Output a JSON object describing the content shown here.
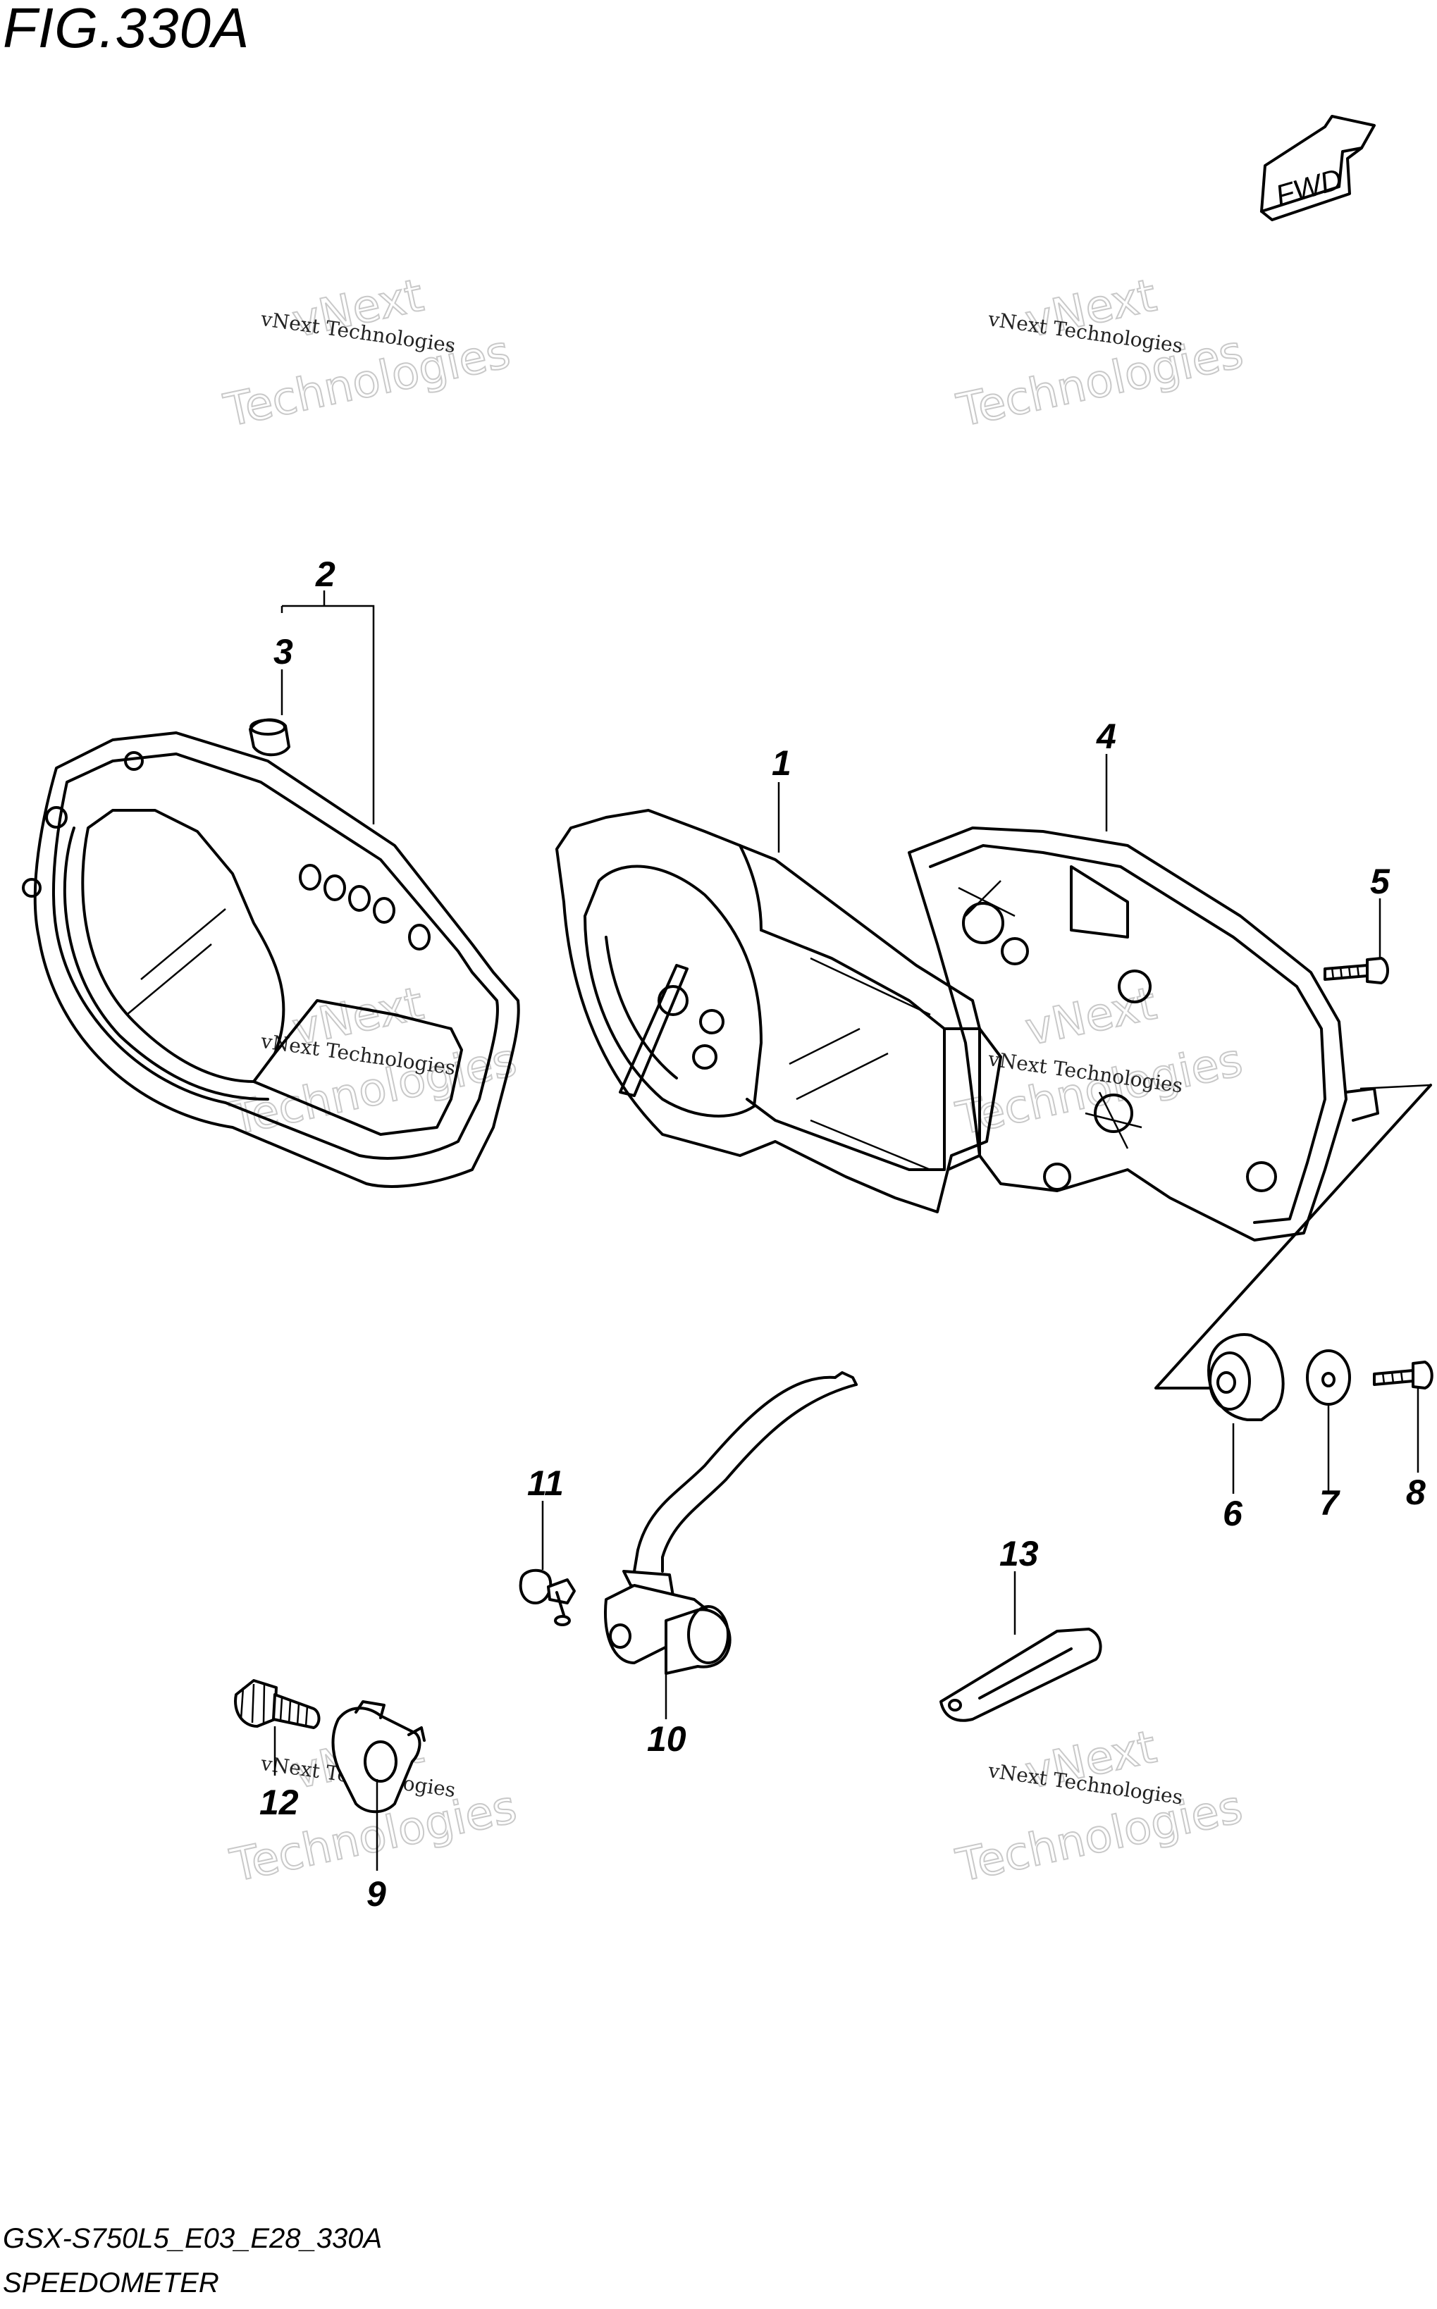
{
  "figure": {
    "title": "FIG.330A",
    "model_code": "GSX-S750L5_E03_E28_330A",
    "assembly_name": "SPEEDOMETER",
    "direction_label": "FWD"
  },
  "watermark": {
    "line1": "vNext Technologies",
    "line2_top": "vNext",
    "line2_bottom": "Technologies"
  },
  "callouts": [
    "1",
    "2",
    "3",
    "4",
    "5",
    "6",
    "7",
    "8",
    "9",
    "10",
    "11",
    "12",
    "13"
  ],
  "colors": {
    "ink": "#000000",
    "watermark": "#c9c9c9",
    "background": "#ffffff"
  }
}
